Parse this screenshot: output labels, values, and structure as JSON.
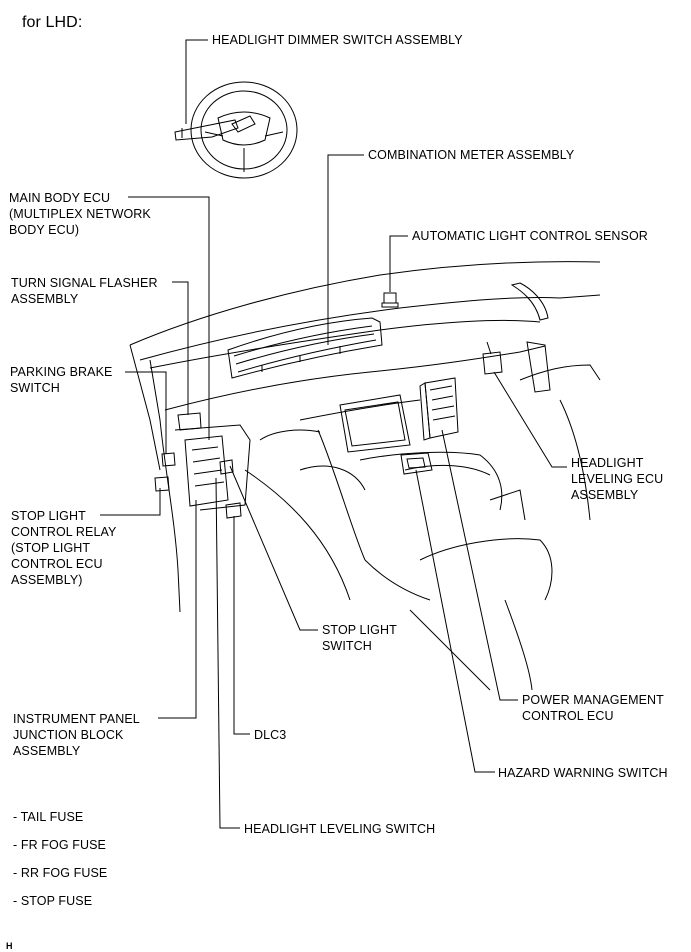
{
  "header": {
    "title": "for LHD:"
  },
  "labels": {
    "headlight_dimmer_switch": "HEADLIGHT DIMMER SWITCH ASSEMBLY",
    "combination_meter": "COMBINATION METER ASSEMBLY",
    "main_body_ecu": "MAIN BODY ECU\n(MULTIPLEX NETWORK\nBODY ECU)",
    "auto_light_sensor": "AUTOMATIC LIGHT CONTROL SENSOR",
    "turn_signal_flasher": "TURN SIGNAL FLASHER\nASSEMBLY",
    "parking_brake_switch": "PARKING BRAKE\nSWITCH",
    "headlight_leveling_ecu": "HEADLIGHT\nLEVELING ECU\nASSEMBLY",
    "stop_light_control_relay": "STOP LIGHT\nCONTROL RELAY\n(STOP LIGHT\nCONTROL ECU\nASSEMBLY)",
    "stop_light_switch": "STOP LIGHT\nSWITCH",
    "power_management_ecu": "POWER MANAGEMENT\nCONTROL ECU",
    "instrument_panel_jb": "INSTRUMENT PANEL\nJUNCTION BLOCK\nASSEMBLY",
    "dlc3": "DLC3",
    "hazard_warning_switch": "HAZARD WARNING SWITCH",
    "headlight_leveling_switch": "HEADLIGHT LEVELING SWITCH"
  },
  "fuses": [
    "- TAIL FUSE",
    "- FR FOG FUSE",
    "- RR FOG FUSE",
    "- STOP FUSE"
  ],
  "figure_code": "H",
  "colors": {
    "line": "#000000",
    "background": "#ffffff"
  }
}
